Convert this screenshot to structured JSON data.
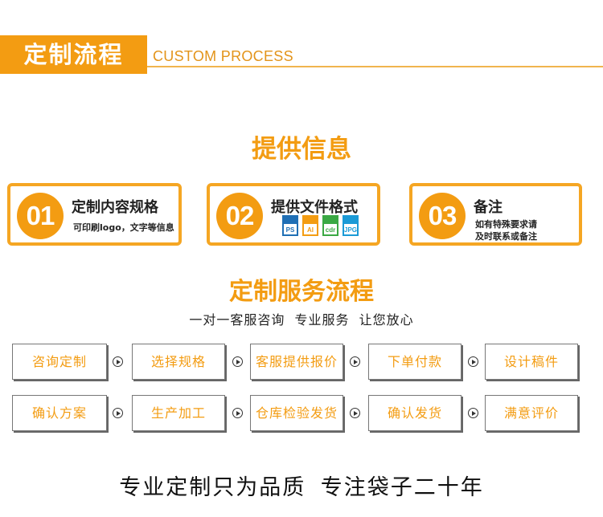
{
  "header": {
    "title": "定制流程",
    "subtitle_en": "CUSTOM PROCESS"
  },
  "info": {
    "title": "提供信息",
    "cards": [
      {
        "number": "01",
        "title": "定制内容规格",
        "desc": "可印刷logo，文字等信息"
      },
      {
        "number": "02",
        "title": "提供文件格式",
        "formats": [
          "PS",
          "AI",
          "cdr",
          "JPG"
        ]
      },
      {
        "number": "03",
        "title": "备注",
        "desc_lines": [
          "如有特殊要求请",
          "及时联系或备注"
        ]
      }
    ]
  },
  "service": {
    "title": "定制服务流程",
    "tagline": "一对一客服咨询  专业服务  让您放心",
    "row1": [
      "咨询定制",
      "选择规格",
      "客服提供报价",
      "下单付款",
      "设计稿件"
    ],
    "row2": [
      "确认方案",
      "生产加工",
      "仓库检验发货",
      "确认发货",
      "满意评价"
    ]
  },
  "footer": {
    "slogan": "专业定制只为品质  专注袋子二十年"
  },
  "colors": {
    "accent": "#f39c12",
    "card_border": "#f5a623"
  },
  "icons": {
    "step_arrow": "play-circle-icon"
  }
}
